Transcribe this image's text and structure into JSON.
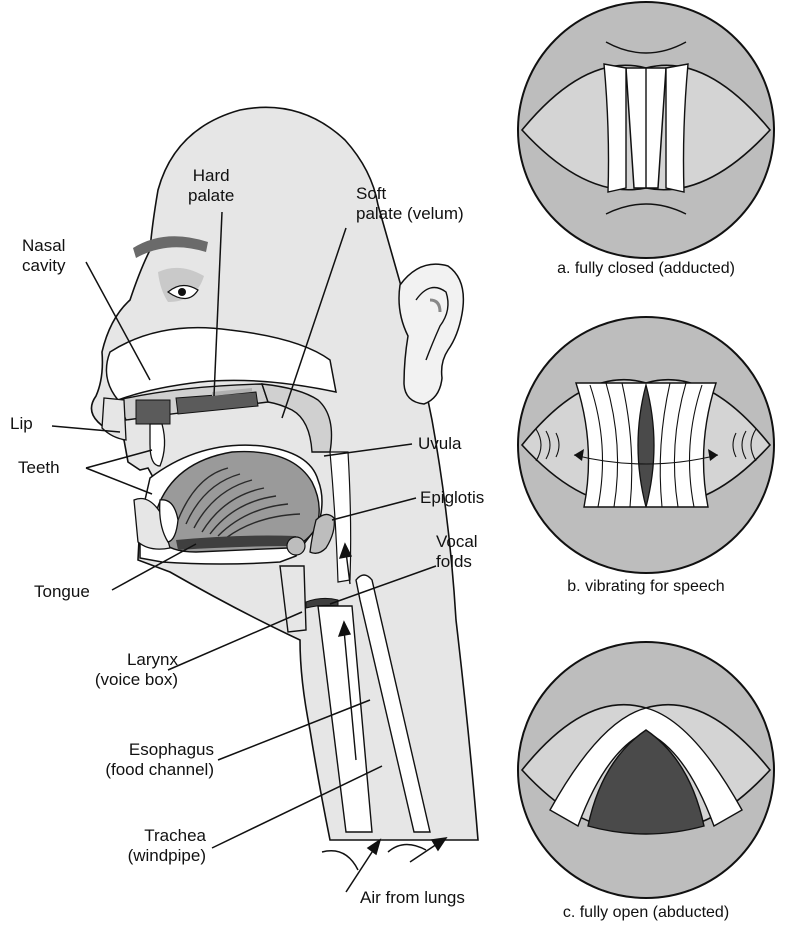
{
  "labels": {
    "hard_palate": [
      "Hard",
      "palate"
    ],
    "soft_palate": [
      "Soft",
      "palate (velum)"
    ],
    "nasal_cavity": [
      "Nasal",
      "cavity"
    ],
    "lip": "Lip",
    "teeth": "Teeth",
    "uvula": "Uvula",
    "epiglotis": "Epiglotis",
    "vocal_folds": [
      "Vocal",
      "folds"
    ],
    "tongue": "Tongue",
    "larynx": [
      "Larynx",
      "(voice box)"
    ],
    "esophagus": [
      "Esophagus",
      "(food channel)"
    ],
    "trachea": [
      "Trachea",
      "(windpipe)"
    ],
    "air": "Air from lungs"
  },
  "captions": {
    "a": "a. fully closed (adducted)",
    "b": "b. vibrating for speech",
    "c": "c. fully open (abducted)"
  },
  "colors": {
    "head_fill": "#e6e6e6",
    "mid_gray": "#bdbdbd",
    "light_gray": "#d4d4d4",
    "dark_gray": "#4a4a4a",
    "tongue": "#9a9a9a",
    "outline": "#111111"
  }
}
